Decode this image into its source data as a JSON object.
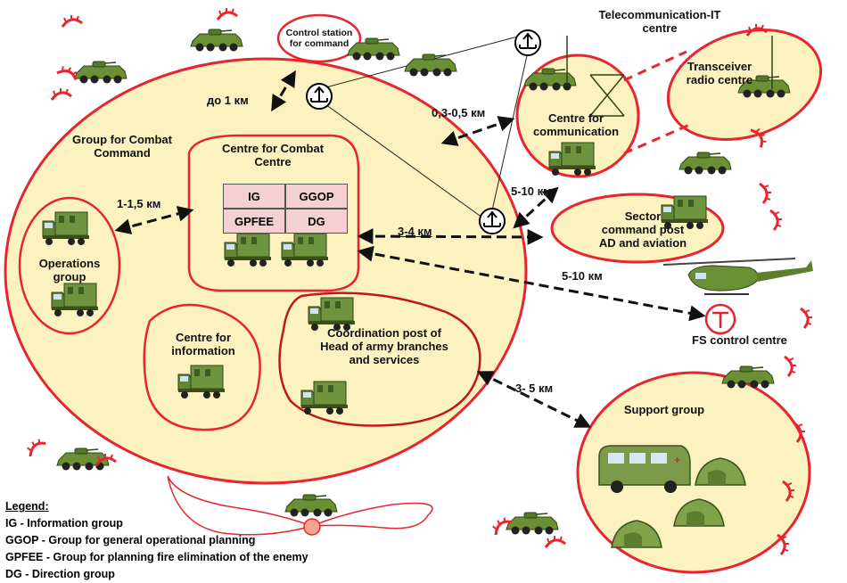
{
  "labels": {
    "telecom_centre": "Telecommunication-IT\ncentre",
    "control_station": "Control station\nfor command",
    "transceiver": "Transceiver\nradio centre",
    "centre_comm": "Centre for\ncommunication",
    "group_combat": "Group for Combat\nCommand",
    "centre_combat": "Centre for Combat\nCentre",
    "operations": "Operations\ngroup",
    "centre_info": "Centre for\ninformation",
    "coordination": "Coordination post of\nHead of army branches\nand services",
    "sector": "Sector\ncommand post\nAD and aviation",
    "fs_control": "FS control centre",
    "support": "Support group"
  },
  "distances": {
    "d1": "до 1 км",
    "d2": "0,3-0,5 км",
    "d3": "1-1,5 км",
    "d4": "5-10 км",
    "d5": "3-4 км",
    "d6": "5-10 км",
    "d7": "3- 5 км"
  },
  "grid": [
    "IG",
    "GGOP",
    "GPFEE",
    "DG"
  ],
  "legend": {
    "title": "Legend:",
    "items": [
      "IG - Information group",
      "GGOP - Group for general operational planning",
      "GPFEE - Group for planning fire elimination of the enemy",
      "DG - Direction group"
    ]
  },
  "colors": {
    "zone_fill": "#fbf2bf",
    "zone_stroke": "#e8252e",
    "vehicle": "#5b7f2e",
    "cell_fill": "#f4cfd3"
  },
  "icons": {
    "apc": "armoured-personnel-carrier",
    "truck": "command-truck",
    "antenna": "antenna-relay",
    "tent": "field-tent",
    "bus": "ambulance-bus",
    "helicopter": "helicopter",
    "fs_symbol": "fire-support-symbol"
  }
}
